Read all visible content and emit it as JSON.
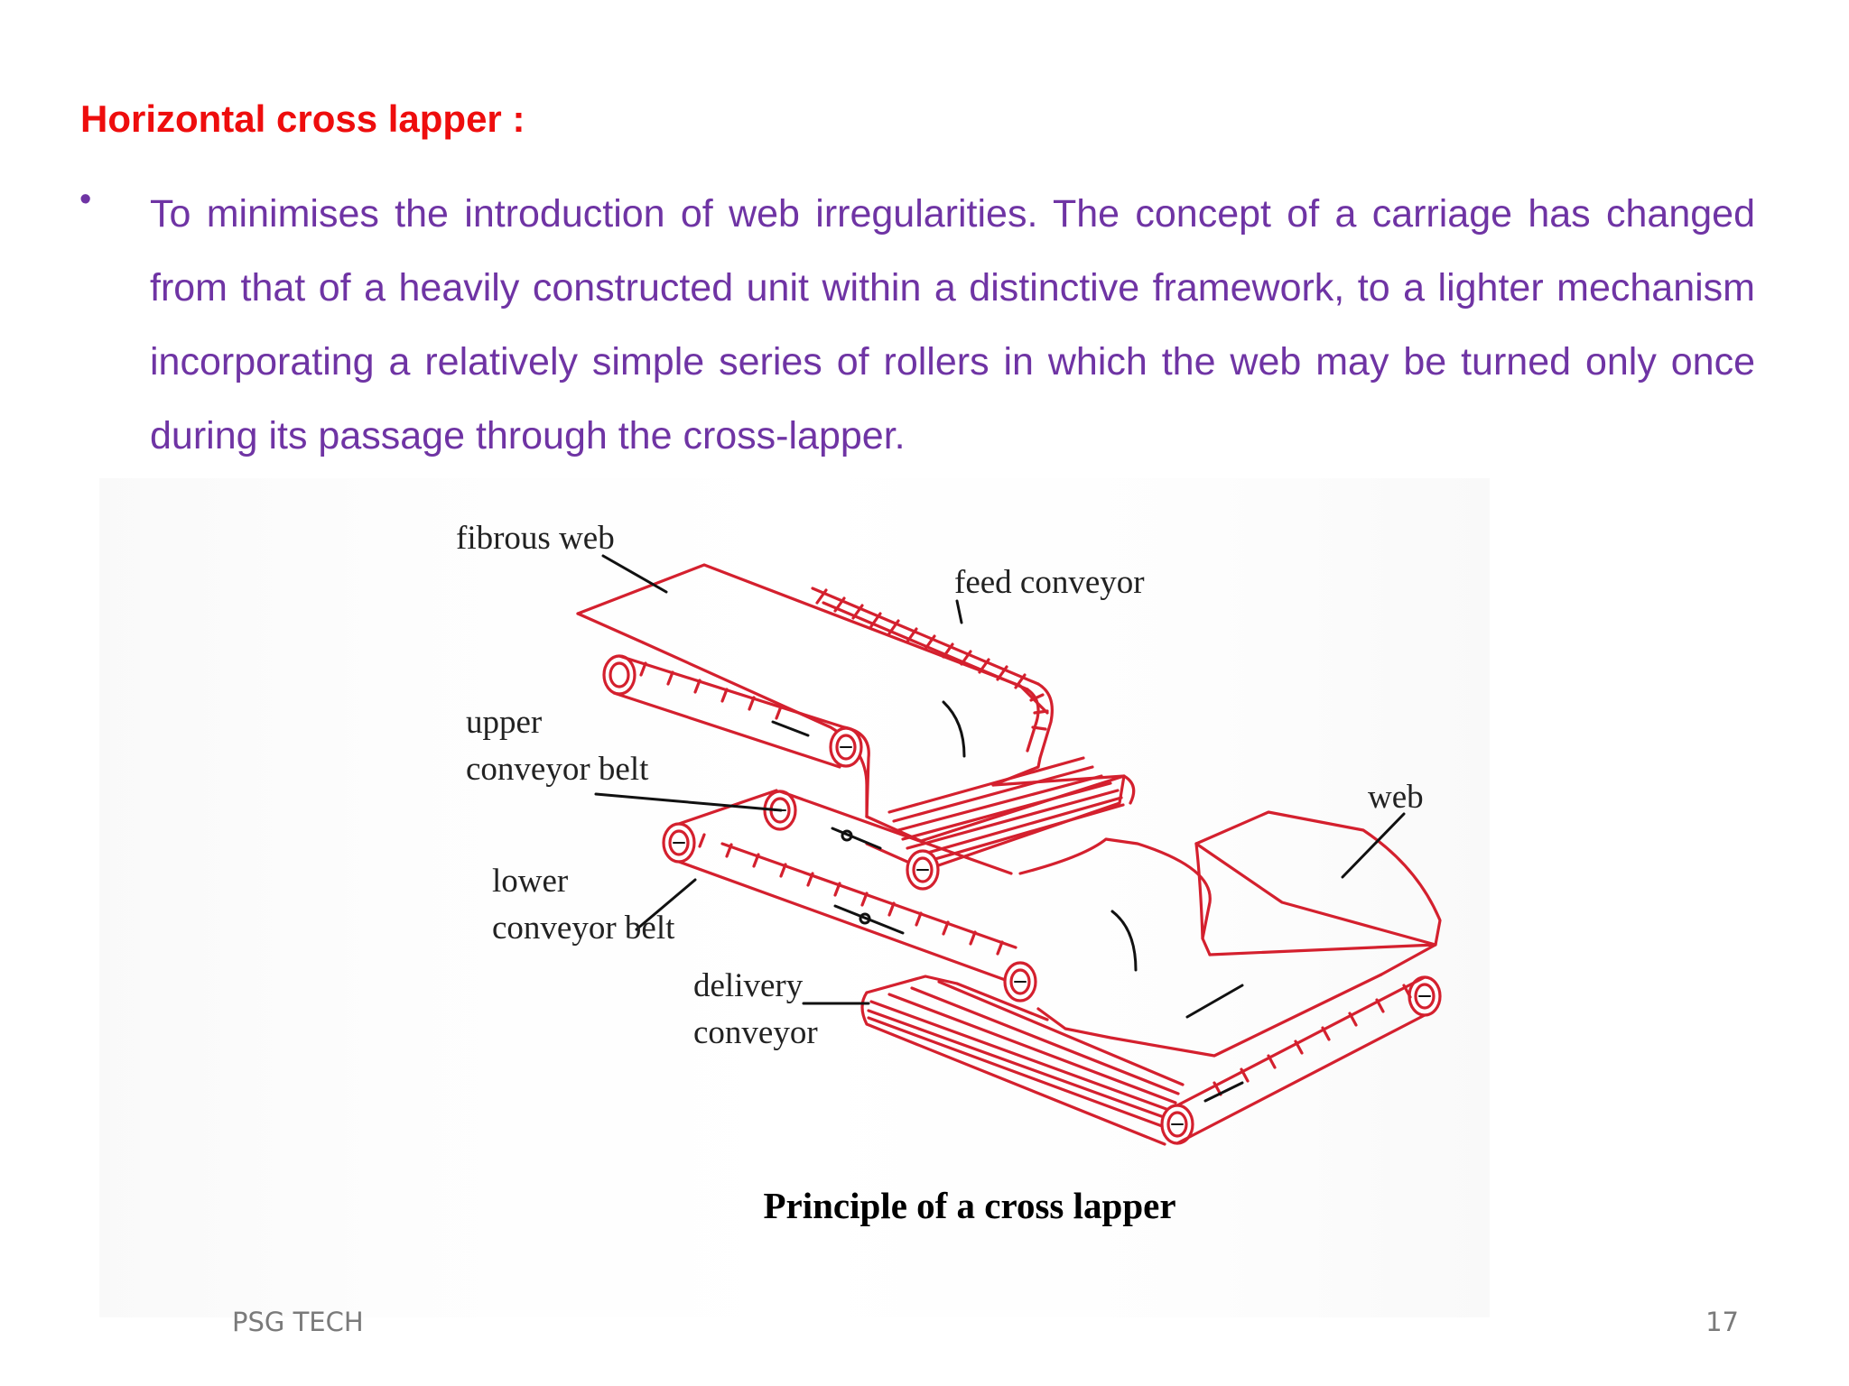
{
  "heading": "Horizontal cross lapper :",
  "bullet": {
    "marker": "•",
    "text": "To minimises the introduction of web irregularities. The concept of a carriage has changed from that of a heavily constructed unit within a distinctive framework, to a lighter mechanism incorporating a relatively simple series of rollers in which the web may be turned only once during its passage through the cross-lapper."
  },
  "diagram": {
    "labels": {
      "fibrous_web": "fibrous web",
      "feed_conveyor": "feed conveyor",
      "upper_conveyor_belt_1": "upper",
      "upper_conveyor_belt_2": "conveyor belt",
      "lower_conveyor_belt_1": "lower",
      "lower_conveyor_belt_2": "conveyor belt",
      "delivery_conveyor_1": "delivery",
      "delivery_conveyor_2": "conveyor",
      "web": "web"
    },
    "caption": "Principle of a cross lapper"
  },
  "footer": {
    "left": "PSG TECH",
    "page_number": "17"
  },
  "colors": {
    "heading": "#ee0d0d",
    "bullet_text": "#6f34a4",
    "diagram_lines": "#d4202e"
  }
}
